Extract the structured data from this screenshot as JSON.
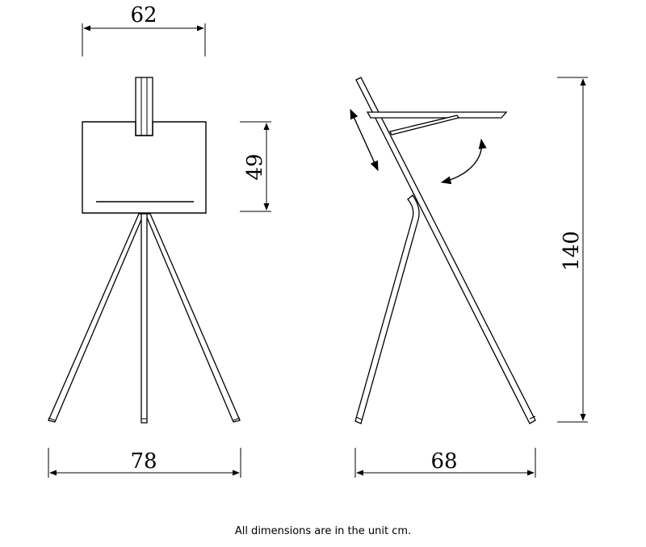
{
  "dimensions": {
    "front_width": "62",
    "board_height": "49",
    "front_base": "78",
    "side_base": "68",
    "total_height": "140"
  },
  "footnote": "All dimensions are in the unit cm."
}
